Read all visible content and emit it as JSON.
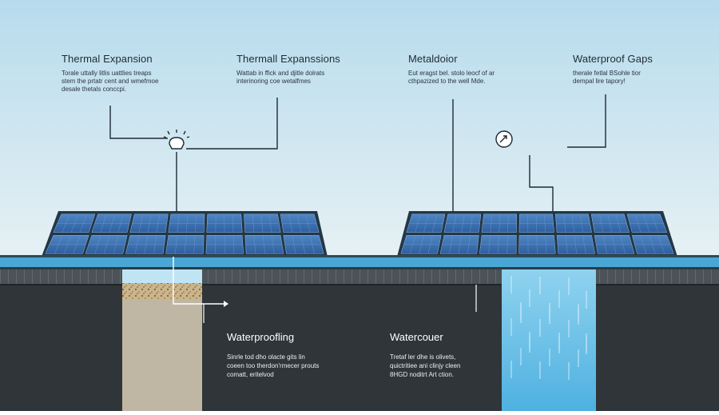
{
  "callouts": {
    "c1": {
      "title": "Thermal Expansion",
      "text": "Torale uttally litlis uattlies treaps\nstem the prtatr cent and wmefmoe\ndesale thetals conccpi."
    },
    "c2": {
      "title": "Thermall Expanssions",
      "text": "Wattab in ffick and djitle dolrats\ninterinoring coe wetalfmes"
    },
    "c3": {
      "title": "Metaldoior",
      "text": "Eut eragst bel. stolo leocf of ar\ncthpazized to the well Mde."
    },
    "c4": {
      "title": "Waterproof Gaps",
      "text": "therale fetlal BSohle tior\ndempal lire tapory!"
    },
    "c5": {
      "title": "Waterproofling",
      "text": "Sinrle tod dho olacte gits lin\ncoeen too therdon'rmecer prouts\ncomatt, eritelvod"
    },
    "c6": {
      "title": "Watercouer",
      "text": "Tretaf ler dhe is olivets,\nquictritiee ani clinjy cleen\n8HGD noditrt Art ction."
    }
  },
  "colors": {
    "sky_top": "#b8dcec",
    "sky_bottom": "#e4f0f4",
    "panel": "#3d6fb0",
    "frame": "#233747",
    "roof_blue": "#4aa6d4",
    "wall_dark": "#2f3539",
    "gravel": "#c9b48e",
    "column": "#c0b6a4",
    "water": "#6cc3ea"
  },
  "icons": [
    "light-fixture-icon",
    "gauge-icon"
  ]
}
